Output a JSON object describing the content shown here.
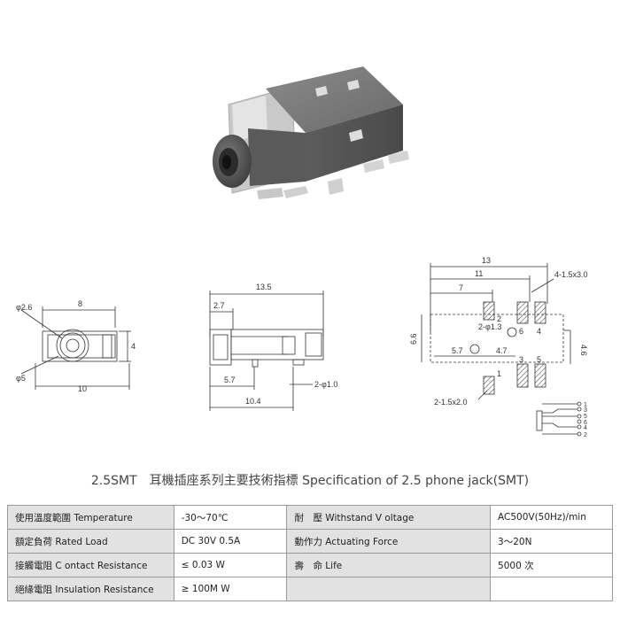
{
  "drawing": {
    "front": {
      "dia_top": "φ2.6",
      "width_top": "8",
      "height": "4",
      "dia_bottom": "φ5",
      "width_bottom": "10"
    },
    "side": {
      "length": "13.5",
      "offset": "2.7",
      "pin_x": "5.7",
      "pin_dia": "2-φ1.0",
      "total": "10.4"
    },
    "footprint": {
      "w13": "13",
      "w11": "11",
      "w7": "7",
      "pad": "4-1.5x3.0",
      "hole": "2-φ1.3",
      "d57": "5.7",
      "d47": "4.7",
      "h66": "6.6",
      "h46": "4.6",
      "pad2": "2-1.5x2.0",
      "pins": [
        "2",
        "6",
        "4",
        "3",
        "5",
        "1"
      ]
    },
    "schematic": {
      "pins": [
        "1",
        "3",
        "5",
        "6",
        "4",
        "2"
      ]
    }
  },
  "title": "2.5SMT　耳機插座系列主要技術指標 Specification of 2.5 phone jack(SMT)",
  "spec_rows": [
    {
      "label1": "使用溫度範圍 Temperature",
      "value1": "-30～70℃",
      "label2": "耐　壓 Withstand V oltage",
      "value2": "AC500V(50Hz)/min"
    },
    {
      "label1": "額定負荷  Rated Load",
      "value1": "DC  30V  0.5A",
      "label2": "動作力  Actuating Force",
      "value2": "3～20N"
    },
    {
      "label1": "接觸電阻  C ontact Resistance",
      "value1": "≤ 0.03 W",
      "label2": "壽　命  Life",
      "value2": "5000 次"
    },
    {
      "label1": "絕緣電阻  Insulation Resistance",
      "value1": "≥ 100M W",
      "label2": "",
      "value2": ""
    }
  ]
}
